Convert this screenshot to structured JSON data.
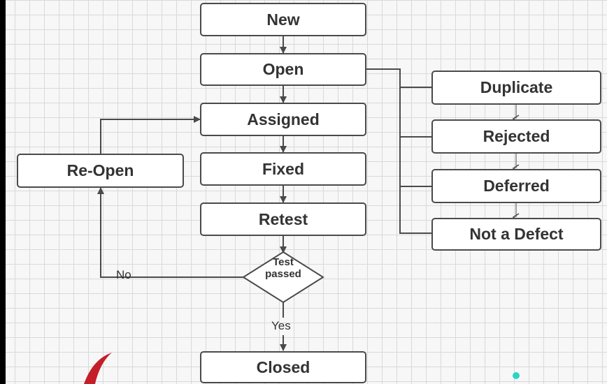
{
  "nodes": {
    "new": "New",
    "open": "Open",
    "assigned": "Assigned",
    "fixed": "Fixed",
    "retest": "Retest",
    "closed": "Closed",
    "reopen": "Re-Open",
    "duplicate": "Duplicate",
    "rejected": "Rejected",
    "deferred": "Deferred",
    "not_a_defect": "Not a Defect"
  },
  "decision": {
    "line1": "Test",
    "line2": "passed"
  },
  "edge_labels": {
    "no": "No",
    "yes": "Yes"
  },
  "colors": {
    "stroke": "#4a4a4a",
    "background": "#f7f7f7",
    "logo": "#c41e2a",
    "dot": "#2dd4c4"
  }
}
